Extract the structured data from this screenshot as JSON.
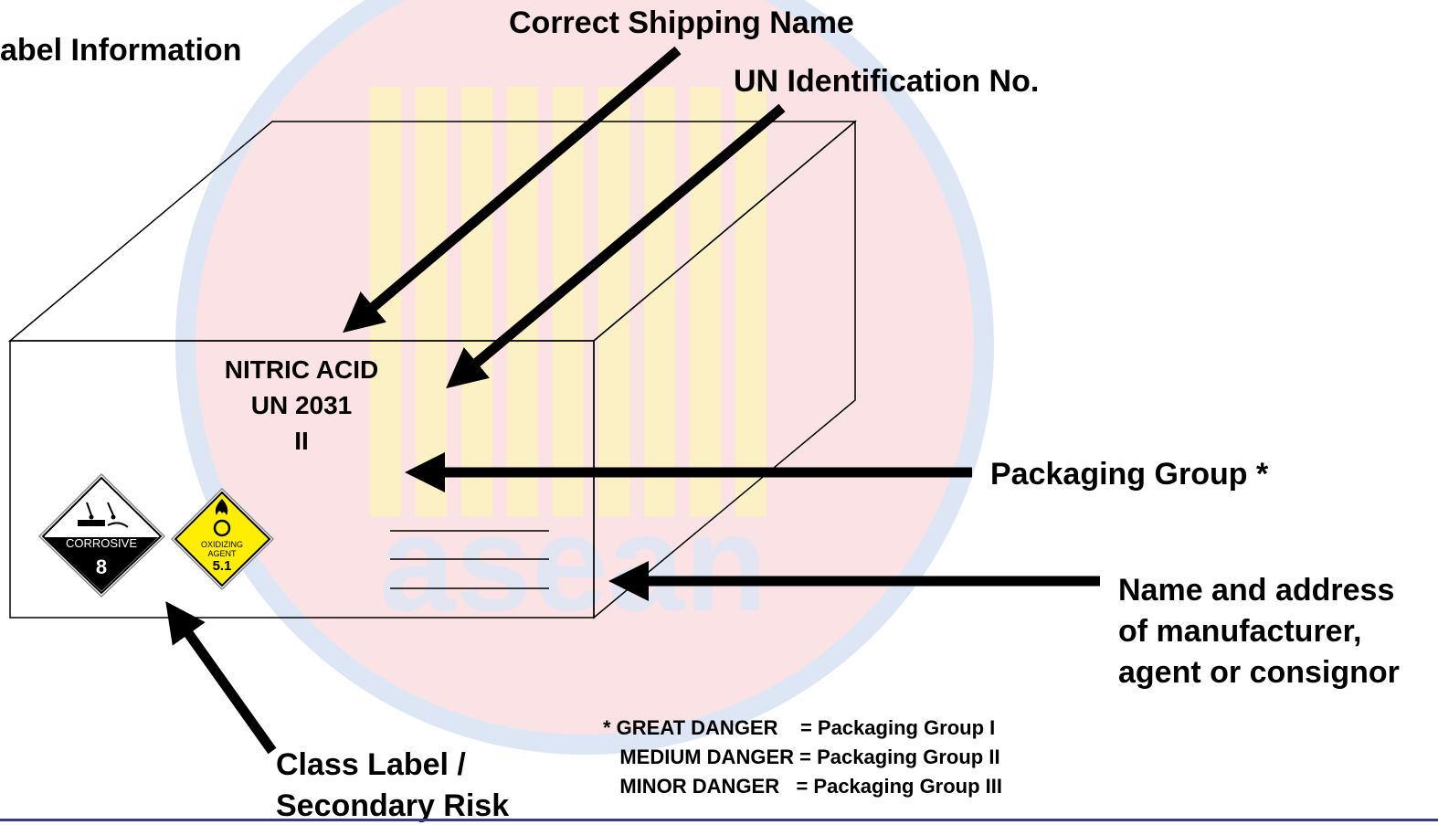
{
  "title": "abel Information",
  "callouts": {
    "shipping_name": "Correct Shipping Name",
    "un_number": "UN Identification No.",
    "packaging_group": "Packaging Group *",
    "manufacturer": [
      "Name and address",
      "of manufacturer,",
      "agent or consignor"
    ],
    "class_label": [
      "Class Label /",
      "Secondary Risk"
    ]
  },
  "package_marking": {
    "shipping_name": "NITRIC ACID",
    "un_number": "UN 2031",
    "packaging_group": "II"
  },
  "hazard_labels": {
    "corrosive": {
      "text": "CORROSIVE",
      "class": "8"
    },
    "oxidizer": {
      "text_line1": "OXIDIZING",
      "text_line2": "AGENT",
      "class": "5.1"
    }
  },
  "legend": [
    "* GREAT DANGER    = Packaging Group I",
    "   MEDIUM DANGER = Packaging Group II",
    "   MINOR DANGER   = Packaging Group III"
  ],
  "watermark": "asean",
  "colors": {
    "watermark_ring": "#dfe6f5",
    "watermark_disc": "#fbe3e6",
    "watermark_stripes": "#fbf3c8",
    "oxidizer_yellow": "#ffee00",
    "rule": "#3a3a8c"
  }
}
